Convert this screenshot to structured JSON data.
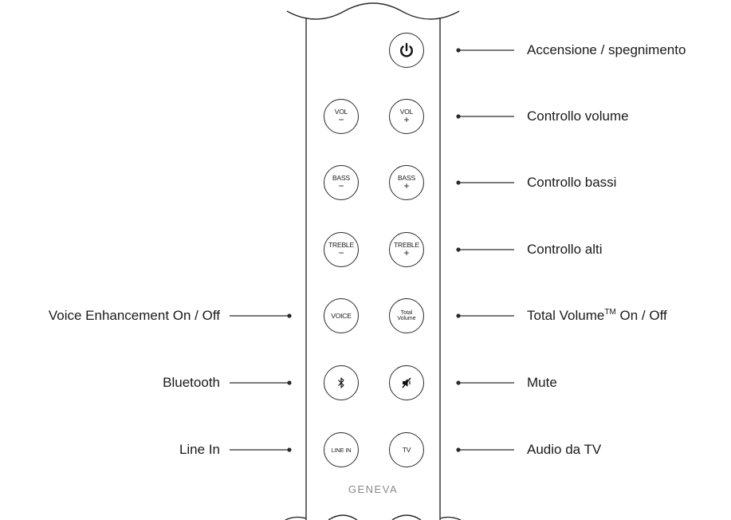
{
  "remote": {
    "brand": "GENEVA",
    "buttons": {
      "power": {
        "icon": "power-icon"
      },
      "vol_minus": {
        "line1": "VOL",
        "line2": "−"
      },
      "vol_plus": {
        "line1": "VOL",
        "line2": "+"
      },
      "bass_minus": {
        "line1": "BASS",
        "line2": "−"
      },
      "bass_plus": {
        "line1": "BASS",
        "line2": "+"
      },
      "treble_minus": {
        "line1": "TREBLE",
        "line2": "−"
      },
      "treble_plus": {
        "line1": "TREBLE",
        "line2": "+"
      },
      "voice": {
        "label": "VOICE"
      },
      "total_volume": {
        "line1": "Total",
        "line2": "Volume"
      },
      "bluetooth": {
        "icon": "bluetooth-icon"
      },
      "mute": {
        "icon": "mute-icon"
      },
      "line_in": {
        "label": "LINE IN"
      },
      "tv": {
        "label": "TV"
      }
    }
  },
  "callouts": {
    "right": {
      "power": "Accensione / spegnimento",
      "volume": "Controllo volume",
      "bass": "Controllo bassi",
      "treble": "Controllo alti",
      "total_volume": "Total Volume",
      "total_volume_tm": "TM",
      "total_volume_suffix": " On / Off",
      "mute": "Mute",
      "tv_audio": "Audio da TV"
    },
    "left": {
      "voice": "Voice Enhancement On / Off",
      "bluetooth": "Bluetooth",
      "line_in": "Line In"
    }
  }
}
